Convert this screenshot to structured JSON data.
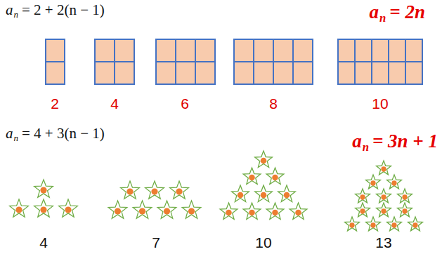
{
  "diagram": {
    "labels": [
      "a",
      "n",
      "= 2 + 2(n − 1)",
      "a",
      "n",
      "= 2n",
      "2",
      "4",
      "6",
      "8",
      "10",
      "a",
      "n",
      "= 4 + 3(n − 1)",
      "a",
      "n",
      "= 3n + 1",
      "4",
      "7",
      "10",
      "13"
    ]
  }
}
